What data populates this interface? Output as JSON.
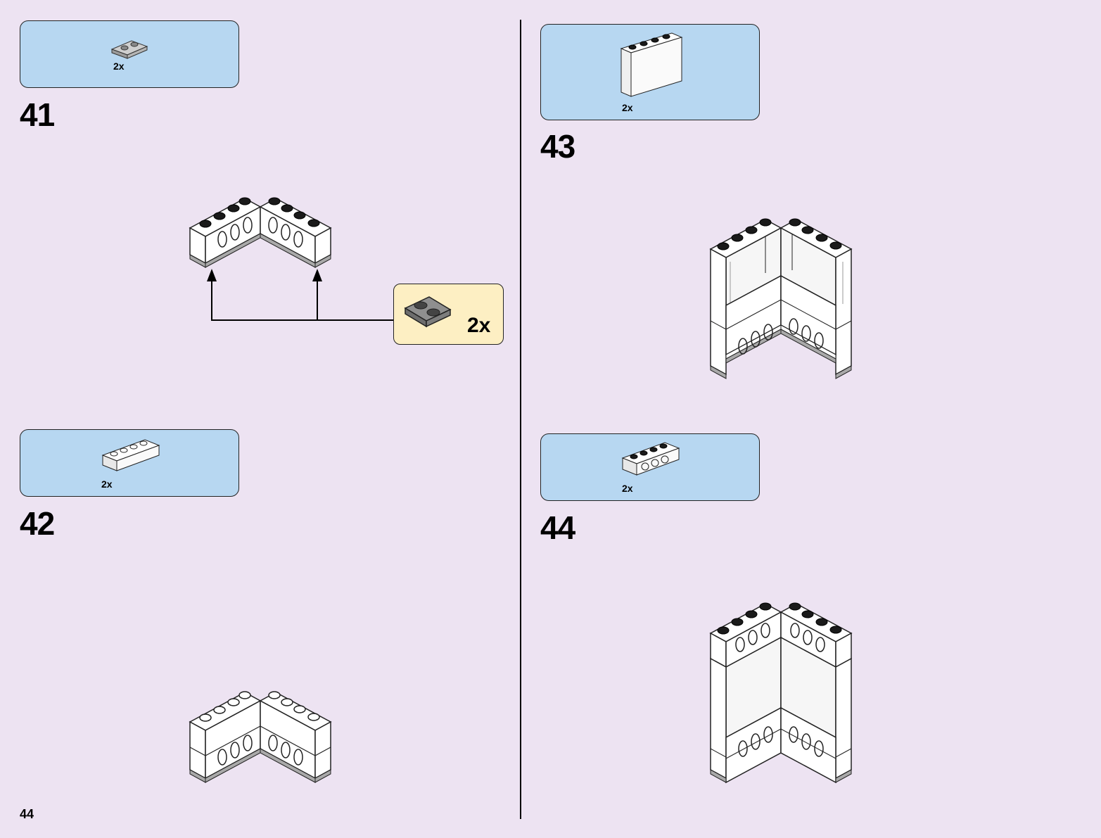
{
  "page_number": "44",
  "steps": [
    {
      "number": "41",
      "parts_qty": "2x",
      "callout_qty": "2x"
    },
    {
      "number": "42",
      "parts_qty": "2x"
    },
    {
      "number": "43",
      "parts_qty": "2x"
    },
    {
      "number": "44",
      "parts_qty": "2x"
    }
  ],
  "colors": {
    "background": "#ede3f2",
    "parts_box": "#b7d7f1",
    "callout_box": "#fdefc3",
    "brick_white": "#ffffff",
    "plate_gray": "#a5a5a5",
    "stud_black": "#1a1a1a"
  },
  "parts": {
    "step41": "plate-1x2-light-gray",
    "step42": "brick-1x4-white",
    "step43": "panel-1x4x3-white",
    "step44": "technic-brick-1x4-white",
    "callout41": "plate-1x2-dark-gray"
  }
}
